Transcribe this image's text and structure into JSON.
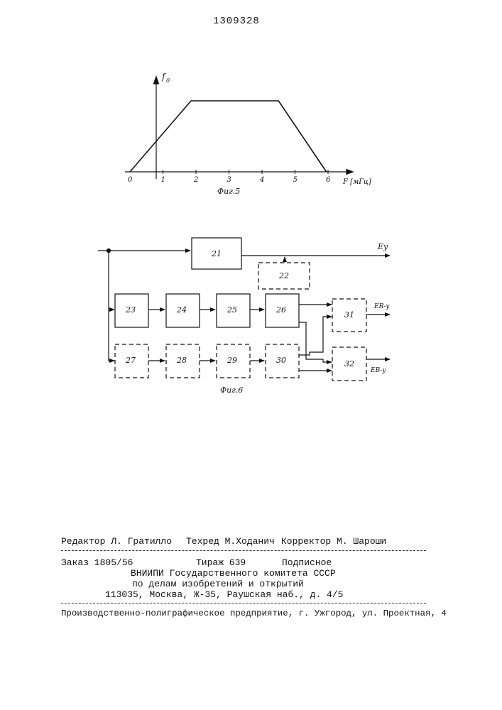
{
  "patent_number": "1309328",
  "figure5": {
    "y_axis_label": "f",
    "y_axis_subscript": "0",
    "x_axis_label": "F [мГц]",
    "tick_labels": [
      "0",
      "1",
      "2",
      "3",
      "4",
      "5",
      "6"
    ],
    "caption": "Фиг.5"
  },
  "chart_data": {
    "type": "line",
    "title": "",
    "xlabel": "F [мГц]",
    "ylabel": "f0",
    "x_ticks": [
      0,
      1,
      2,
      3,
      4,
      5,
      6
    ],
    "series": [
      {
        "x": [
          0,
          1.85,
          4.5,
          5.95
        ],
        "y": [
          0,
          1,
          1,
          0
        ]
      }
    ],
    "xlim": [
      0,
      6.5
    ],
    "ylim": [
      0,
      1.3
    ],
    "grid": false
  },
  "figure6": {
    "caption": "Фиг.6",
    "blocks": {
      "b21": "21",
      "b22": "22",
      "b23": "23",
      "b24": "24",
      "b25": "25",
      "b26": "26",
      "b27": "27",
      "b28": "28",
      "b29": "29",
      "b30": "30",
      "b31": "31",
      "b32": "32"
    },
    "outputs": {
      "ey": "Eу",
      "ery": "ER-у",
      "eby": "EB-у"
    }
  },
  "footer": {
    "editor": "Редактор Л. Гратилло",
    "tech_editor": "Техред М.Ходанич",
    "corrector": "Корректор М. Шароши",
    "order": "Заказ 1805/56",
    "circulation": "Тираж 639",
    "subscription": "Подписное",
    "institute": "ВНИИПИ Государственного комитета СССР",
    "committee": "по делам изобретений и открытий",
    "address": "113035, Москва, Ж-35, Раушская наб., д. 4/5",
    "printer": "Производственно-полиграфическое предприятие, г. Ужгород, ул. Проектная, 4"
  }
}
